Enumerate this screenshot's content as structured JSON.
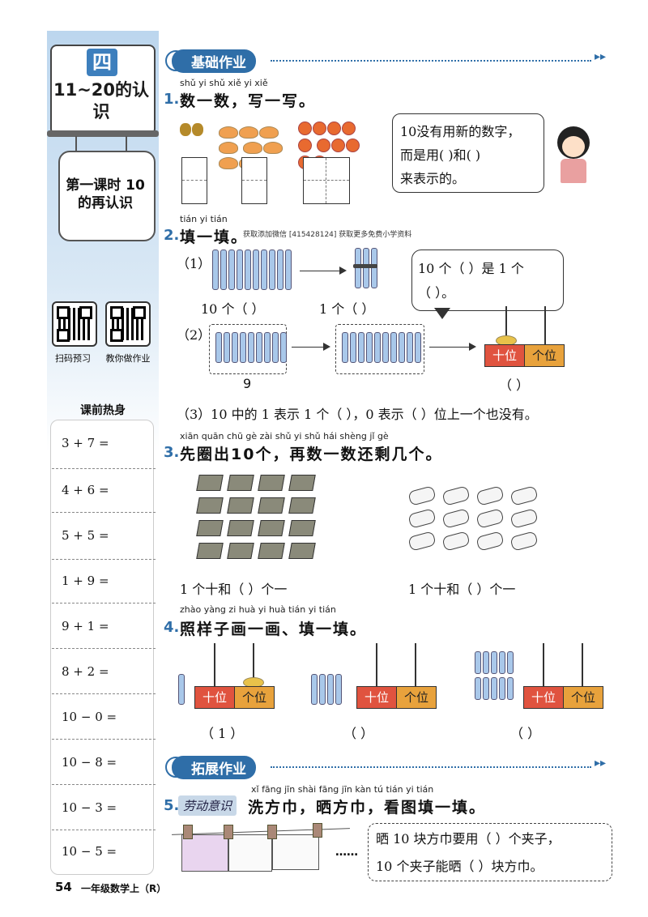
{
  "sidebar": {
    "unit_number": "四",
    "unit_title": "11~20的认识",
    "lesson_title": "第一课时 10的再认识",
    "qr_labels": [
      "扫码预习",
      "教你做作业"
    ],
    "warmup_title": "课前热身",
    "equations": [
      "3 + 7 =",
      "4 + 6 =",
      "5 + 5 =",
      "1 + 9 =",
      "9 + 1 =",
      "8 + 2 =",
      "10 − 0 =",
      "10 − 8 =",
      "10 − 3 =",
      "10 − 5 ="
    ]
  },
  "footer": {
    "page_number": "54",
    "book_title": "一年级数学上（R）"
  },
  "sections": {
    "basic": "基础作业",
    "extend": "拓展作业"
  },
  "q1": {
    "num": "1.",
    "pinyin": "shǔ yi shǔ   xiě yi xiě",
    "text": "数一数，写一写。",
    "bubble_lines": [
      "10没有用新的数字，",
      "而是用(      )和(      )",
      "来表示的。"
    ]
  },
  "q2": {
    "num": "2.",
    "pinyin": "tián yi tián",
    "text": "填一填。",
    "watermark": "获取添加微信 [415428124] 获取更多免费小学资料",
    "part1_label": "（1）",
    "part1_left": "10 个（      ）",
    "part1_right": "1 个（      ）",
    "bubble_line1": "10 个（      ）是 1 个",
    "bubble_line2": "（      ）。",
    "part2_label": "（2）",
    "part2_count": "9",
    "place_ten": "十位",
    "place_one": "个位",
    "part2_answer": "（      ）",
    "part3": "（3）10 中的 1 表示 1 个（      ），0 表示（      ）位上一个也没有。"
  },
  "q3": {
    "num": "3.",
    "pinyin": "xiān quān chū     gè   zài shǔ yi shǔ hái shèng  jǐ  gè",
    "text": "先圈出10个，再数一数还剩几个。",
    "left_answer": "1 个十和（      ）个一",
    "right_answer": "1 个十和（      ）个一"
  },
  "q4": {
    "num": "4.",
    "pinyin": "zhào yàng zi huà yi huà   tián yi tián",
    "text": "照样子画一画、填一填。",
    "answers": [
      "（ 1 ）",
      "（      ）",
      "（      ）"
    ],
    "place_ten": "十位",
    "place_one": "个位"
  },
  "q5": {
    "num": "5.",
    "tag": "劳动意识",
    "pinyin": "xǐ fāng jīn   shài fāng jīn   kàn tú tián yi tián",
    "text": "洗方巾，晒方巾，看图填一填。",
    "dots": "……",
    "box_line1": "晒 10 块方巾要用（      ）个夹子，",
    "box_line2": "10 个夹子能晒（      ）块方巾。"
  }
}
